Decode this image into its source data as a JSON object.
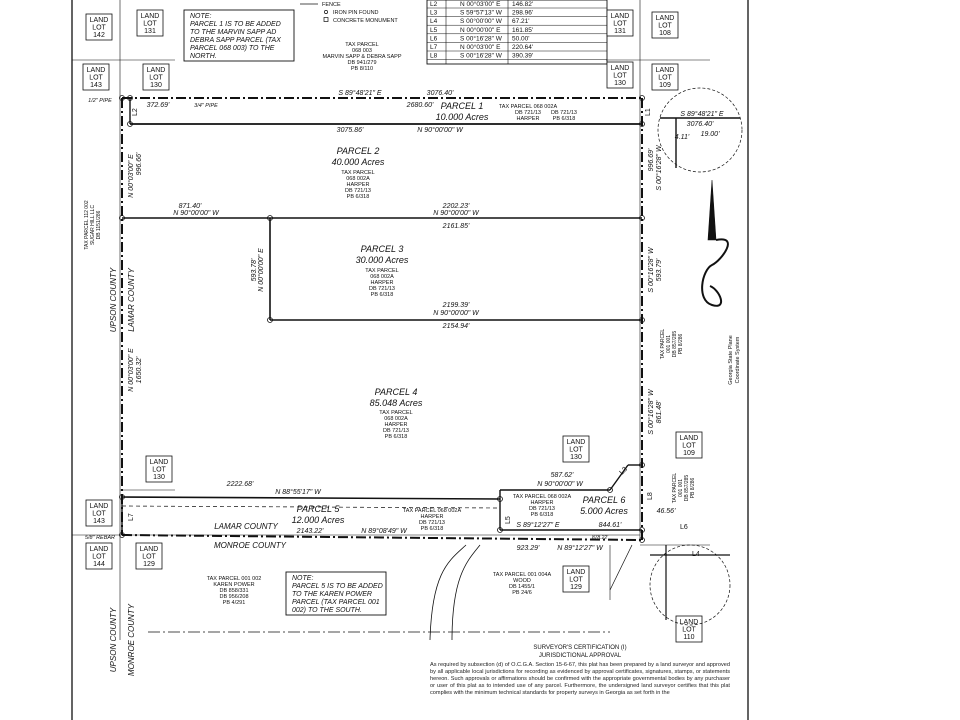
{
  "legend": {
    "fence": "FENCE",
    "iron_pin": "IRON PIN FOUND",
    "monument": "CONCRETE MONUMENT"
  },
  "line_table": [
    {
      "id": "L2",
      "bearing": "N 00°03'00\" E",
      "dist": "146.82'"
    },
    {
      "id": "L3",
      "bearing": "S 59°57'13\" W",
      "dist": "298.96'"
    },
    {
      "id": "L4",
      "bearing": "S 00°00'00\" W",
      "dist": "67.21'"
    },
    {
      "id": "L5",
      "bearing": "N 00°00'00\" E",
      "dist": "161.85'"
    },
    {
      "id": "L6",
      "bearing": "S 00°16'28\" W",
      "dist": "50.00'"
    },
    {
      "id": "L7",
      "bearing": "N 00°03'00\" E",
      "dist": "220.64'"
    },
    {
      "id": "L8",
      "bearing": "S 00°16'28\" W",
      "dist": "390.39'"
    }
  ],
  "land_lots": {
    "ll142": "LAND LOT 142",
    "ll131a": "LAND LOT 131",
    "ll143a": "LAND LOT 143",
    "ll130a": "LAND LOT 130",
    "ll131b": "LAND LOT 131",
    "ll108": "LAND LOT 108",
    "ll130b": "LAND LOT 130",
    "ll109a": "LAND LOT 109",
    "ll130c": "LAND LOT 130",
    "ll109b": "LAND LOT 109",
    "ll130d": "LAND LOT 130",
    "ll143b": "LAND LOT 143",
    "ll144": "LAND LOT 144",
    "ll129a": "LAND LOT 129",
    "ll129b": "LAND LOT 129",
    "ll110": "LAND LOT 110"
  },
  "note1": {
    "heading": "NOTE:",
    "lines": [
      "PARCEL 1 IS TO BE ADDED",
      "TO THE MARVIN SAPP AD",
      "DEBRA SAPP PARCEL (TAX",
      "PARCEL 068 003) TO THE",
      "NORTH."
    ]
  },
  "note5": {
    "heading": "NOTE:",
    "lines": [
      "PARCEL 5 IS TO BE ADDED",
      "TO THE KAREN POWER",
      "PARCEL (TAX PARCEL 001",
      "002) TO THE SOUTH."
    ]
  },
  "sapp_parcel": [
    "TAX PARCEL",
    "068 003",
    "MARVIN SAPP & DEBRA SAPP",
    "DB 941/279",
    "PB 8/110"
  ],
  "parcels": {
    "p1": {
      "name": "PARCEL 1",
      "acres": "10.000 Acres"
    },
    "p2": {
      "name": "PARCEL 2",
      "acres": "40.000 Acres"
    },
    "p3": {
      "name": "PARCEL 3",
      "acres": "30.000 Acres"
    },
    "p4": {
      "name": "PARCEL 4",
      "acres": "85.048 Acres"
    },
    "p5": {
      "name": "PARCEL 5",
      "acres": "12.000 Acres"
    },
    "p6": {
      "name": "PARCEL 6",
      "acres": "5.000 Acres"
    }
  },
  "harper_block": [
    "TAX PARCEL",
    "068 002A",
    "HARPER",
    "DB 721/13",
    "PB 6/318"
  ],
  "harper_p1": [
    "TAX PARCEL 068 002A",
    "HARPER",
    "DB 721/13",
    "PB 6/318"
  ],
  "harper_p5": [
    "TAX PARCEL 068 002A",
    "HARPER",
    "DB 721/13",
    "PB 6/318"
  ],
  "harper_p6": [
    "TAX PARCEL 068 002A",
    "HARPER",
    "DB 721/13",
    "PB 6/318"
  ],
  "wood_parcel": [
    "TAX PARCEL 001 004A",
    "WOOD",
    "DB 1455/1",
    "PB 24/6"
  ],
  "power_parcel": [
    "TAX PARCEL 001 002",
    "KAREN POWER",
    "DB 858/331",
    "DB 956/208",
    "PB 4/291"
  ],
  "dims": {
    "top_bearing": "S 89°48'21\" E",
    "top_total": "3076.40'",
    "top_left": "372.69'",
    "top_mid": "2680.60'",
    "pipe_left": "3/4\" PIPE",
    "pipe_far": "1/2\" PIPE",
    "p1_bottom": "3075.86'",
    "p1_bottom_bearing": "N 90°00'00\" W",
    "p23_left": "871.40'",
    "p23_left_bearing": "N 90°00'00\" W",
    "p23_right": "2202.23'",
    "p23_right_bearing": "N 90°00'00\" W",
    "p23_total": "2161.85'",
    "p3_west": "593.78'",
    "p3_west_bearing": "N 00°00'00\" E",
    "p34_top": "2199.39'",
    "p34_bearing": "N 90°00'00\" W",
    "p34_bottom": "2154.94'",
    "west_bearing1": "N 00°03'00\" E",
    "west_dist1": "996.66'",
    "west_bearing2": "N 00°03'00\" E",
    "west_dist2": "1650.32'",
    "east_bearing1": "S 00°16'28\" W",
    "east_dist1": "996.69'",
    "east_bearing2": "S 00°16'28\" W",
    "east_dist2": "593.79'",
    "east_bearing3": "S 00°16'28\" W",
    "east_dist3": "861.48'",
    "p56_dist": "587.62'",
    "p56_bearing": "N 90°00'00\" W",
    "p45_dist": "2222.68'",
    "p45_bearing": "N 88°55'17\" W",
    "p5_bottom": "2143.22'",
    "p5_bottom_bearing": "N 89°08'49\" W",
    "p6_bearing": "S 89°12'27\" E",
    "p6_dist": "844.61'",
    "south_dist": "923.29'",
    "south_bearing": "N 89°12'27\" W",
    "south_small": "878.22'",
    "ne_bearing": "S 89°48'21\" E",
    "ne_total": "3076.40'",
    "ne_small1": "4.11'",
    "ne_small2": "19.00'",
    "se_small": "46.56'",
    "west_pipe": "5/8\" REBAR"
  },
  "line_ids": {
    "l1": "L1",
    "l2": "L2",
    "l3": "L3",
    "l4": "L4",
    "l5": "L5",
    "l6": "L6",
    "l7": "L7",
    "l8": "L8"
  },
  "counties": {
    "upson": "UPSON COUNTY",
    "lamar": "LAMAR COUNTY",
    "lamar_h": "LAMAR COUNTY",
    "monroe_h": "MONROE COUNTY",
    "upson2": "UPSON COUNTY",
    "monroe2": "MONROE COUNTY"
  },
  "west_parcel": [
    "TAX PARCEL 112 002",
    "SUGAR HILL LLC",
    "DB 1151/286"
  ],
  "east_parcel": [
    "TAX PARCEL",
    "001 001",
    "DB 857/285",
    "PB 8/286"
  ],
  "east_parcel2": [
    "TAX PARCEL",
    "001 001",
    "DB 857/285",
    "PB 8/286"
  ],
  "grid_label": [
    "Georgia State Plane",
    "Coordinate System"
  ],
  "certification": {
    "heading": "SURVEYOR'S CERTIFICATION (I)",
    "subheading": "JURISDICTIONAL APPROVAL",
    "body": "As required by subsection (d) of O.C.G.A. Section 15-6-67, this plat has been prepared by a land surveyor and approved by all applicable local jurisdictions for recording as evidenced by approval certificates, signatures, stamps, or statements hereon. Such approvals or affirmations should be confirmed with the appropriate governmental bodies by any purchaser or user of this plat as to intended use of any parcel. Furthermore, the undersigned land surveyor certifies that this plat complies with the minimum technical standards for property surveys in Georgia as set forth in the"
  }
}
